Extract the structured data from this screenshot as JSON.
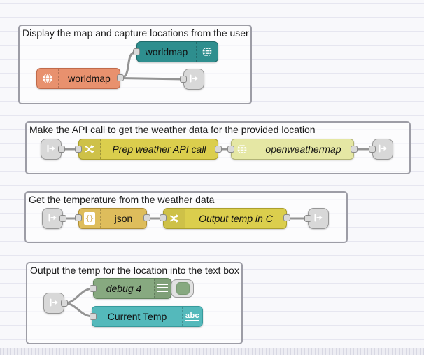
{
  "colors": {
    "worldmap_out_node": "#E8916E",
    "worldmap_in_node": "#2E8E8E",
    "function_node": "#DBCE4D",
    "openweathermap_node": "#E5E7A4",
    "json_node": "#DEBD5C",
    "debug_node": "#87A980",
    "ui_text_node": "#54B9BB",
    "link_node": "#D8D8D8",
    "wire": "#949494",
    "group_border": "#9D9DA6",
    "canvas_background": "#F8F8FB",
    "canvas_grid": "#E6E6F0"
  },
  "icons": {
    "globe": "globe-icon",
    "function": "crossed-arrows-icon",
    "link": "link-arrow-icon",
    "debug": "list-lines-icon",
    "json_glyph": "{}",
    "abc_glyph": "abc",
    "debug_toggle": "toggle-button"
  },
  "groups": {
    "g1": {
      "title": "Display the map and capture locations from the user",
      "worldmap_in": "worldmap",
      "worldmap_out": "worldmap"
    },
    "g2": {
      "title": "Make the API call to get the weather data for the provided location",
      "function": "Prep weather API call",
      "openweathermap": "openweathermap"
    },
    "g3": {
      "title": "Get the temperature from the weather data",
      "json": "json",
      "function": "Output temp in C"
    },
    "g4": {
      "title": "Output the temp for the location into the text box",
      "debug": "debug 4",
      "text": "Current Temp"
    }
  }
}
